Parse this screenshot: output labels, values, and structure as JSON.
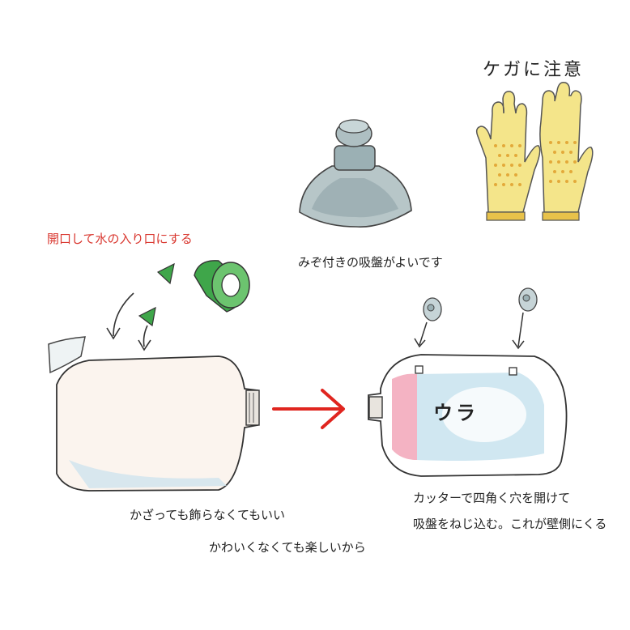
{
  "labels": {
    "injury_warning": "ケガに注意",
    "suction_cup": "みぞ付きの吸盤がよいです",
    "opening": "開口して水の入り口にする",
    "decor_line1": "かざっても飾らなくてもいい",
    "decor_line2": "かわいくなくても楽しいから",
    "cutter_line1": "カッターで四角く穴を開けて",
    "cutter_line2": "吸盤をねじ込む。これが壁側にくる",
    "back_side": "ウラ"
  },
  "colors": {
    "arrow": "#e0251f",
    "opening_text": "#d9372f",
    "glove": "#f4e58a",
    "glove_dots": "#e3a93a",
    "tape": "#3fa64a",
    "suction": "#8fa3a8",
    "bottle_outline": "#333333",
    "label_pink": "#f2a6b8",
    "label_blue": "#a9d4e6"
  }
}
